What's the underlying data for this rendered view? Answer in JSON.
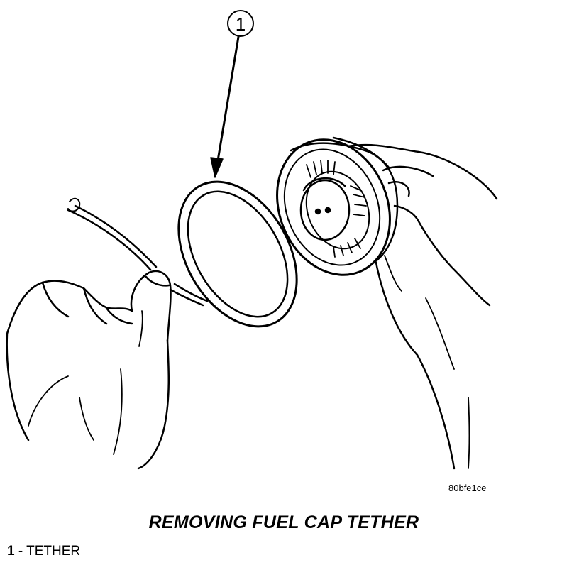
{
  "figure": {
    "callout_number": "1",
    "code": "80bfe1ce",
    "title": "REMOVING FUEL CAP TETHER"
  },
  "legend": {
    "items": [
      {
        "number": "1",
        "separator": " - ",
        "label": "TETHER"
      }
    ]
  }
}
